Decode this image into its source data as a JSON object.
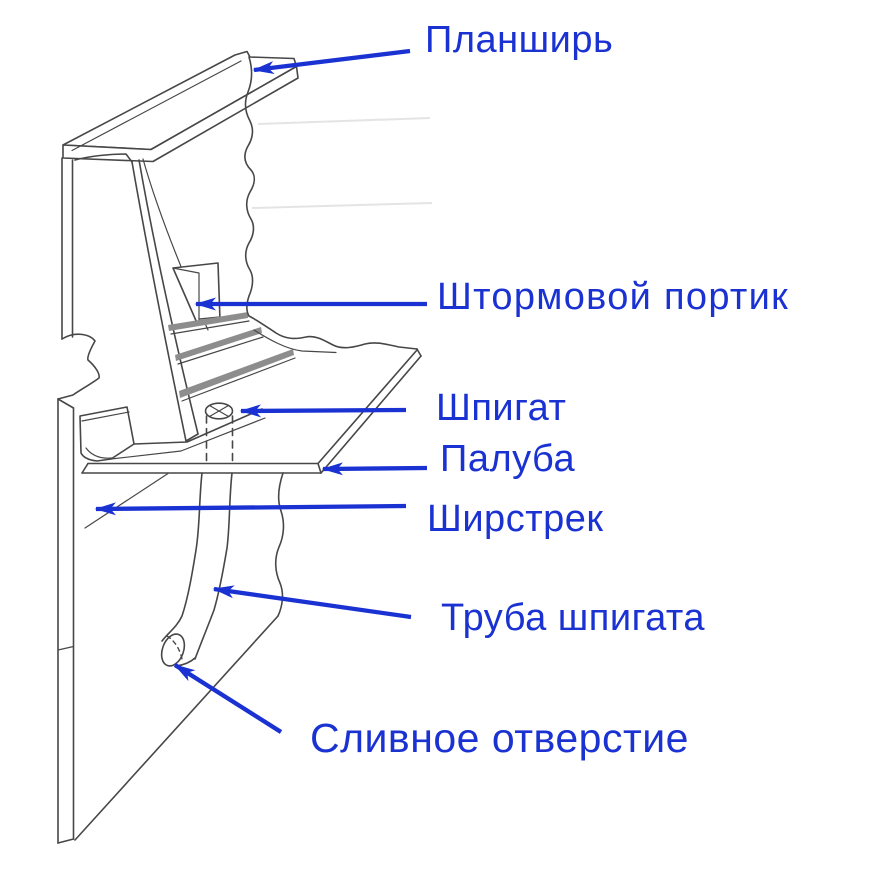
{
  "labels": {
    "gunwale": "Планширь",
    "freeing_port": "Штормовой портик",
    "scupper": "Шпигат",
    "deck": "Палуба",
    "sheerstrake": "Ширстрек",
    "scupper_pipe": "Труба шпигата",
    "drain_hole": "Сливное отверстие"
  },
  "colors": {
    "label_text": "#1b32d3",
    "arrow": "#1b32d3",
    "line_art": "#474747",
    "background": "#ffffff"
  }
}
